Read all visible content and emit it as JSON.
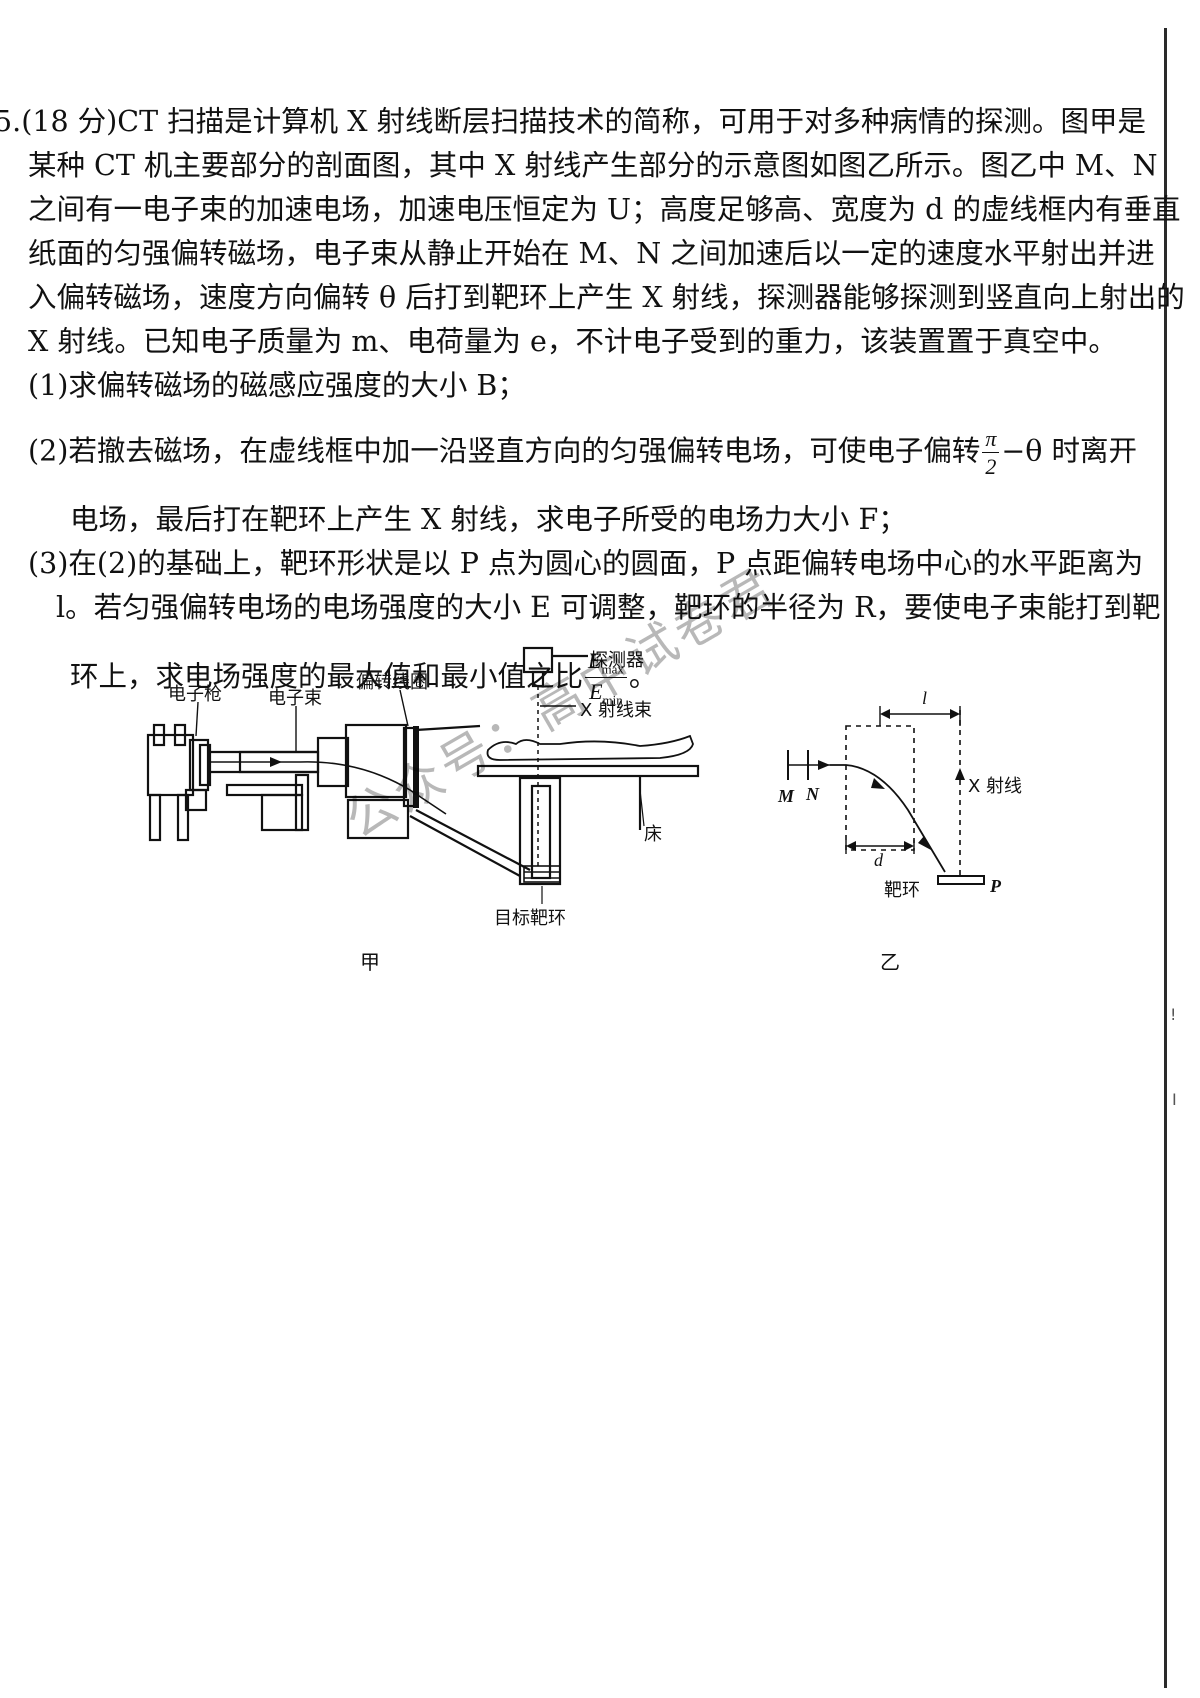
{
  "question": {
    "number": "5.",
    "score": "(18 分)",
    "stem_lines": [
      "CT 扫描是计算机 X 射线断层扫描技术的简称，可用于对多种病情的探测。图甲是",
      "某种 CT 机主要部分的剖面图，其中 X 射线产生部分的示意图如图乙所示。图乙中 M、N",
      "之间有一电子束的加速电场，加速电压恒定为 U；高度足够高、宽度为 d 的虚线框内有垂直",
      "纸面的匀强偏转磁场，电子束从静止开始在 M、N 之间加速后以一定的速度水平射出并进",
      "入偏转磁场，速度方向偏转 θ 后打到靶环上产生 X 射线，探测器能够探测到竖直向上射出的",
      "X 射线。已知电子质量为 m、电荷量为 e，不计电子受到的重力，该装置置于真空中。"
    ],
    "part1": "(1)求偏转磁场的磁感应强度的大小 B；",
    "part2_a": "(2)若撤去磁场，在虚线框中加一沿竖直方向的匀强偏转电场，可使电子偏转",
    "part2_frac_num": "π",
    "part2_frac_den": "2",
    "part2_b": "−θ 时离开",
    "part2_c": "电场，最后打在靶环上产生 X 射线，求电子所受的电场力大小 F；",
    "part3_a": "(3)在(2)的基础上，靶环形状是以 P 点为圆心的圆面，P 点距偏转电场中心的水平距离为",
    "part3_b": "l。若匀强偏转电场的电场强度的大小 E 可调整，靶环的半径为 R，要使电子束能打到靶",
    "part3_c": "环上，求电场强度的最大值和最小值之比",
    "part3_frac_num": "E",
    "part3_frac_num_sub": "max",
    "part3_frac_den": "E",
    "part3_frac_den_sub": "min",
    "part3_end": "。"
  },
  "figure_jia": {
    "labels": {
      "gun": "电子枪",
      "beam": "电子束",
      "coil": "偏转线圈",
      "detector": "探测器",
      "xray_beam": "X 射线束",
      "bed": "床",
      "target": "目标靶环"
    },
    "caption": "甲"
  },
  "figure_yi": {
    "labels": {
      "M": "M",
      "N": "N",
      "l": "l",
      "d": "d",
      "xray": "X 射线",
      "target": "靶环",
      "P": "P"
    },
    "caption": "乙"
  },
  "watermark": "公众号：高中试卷君",
  "edge_marks": [
    "!",
    "I"
  ]
}
